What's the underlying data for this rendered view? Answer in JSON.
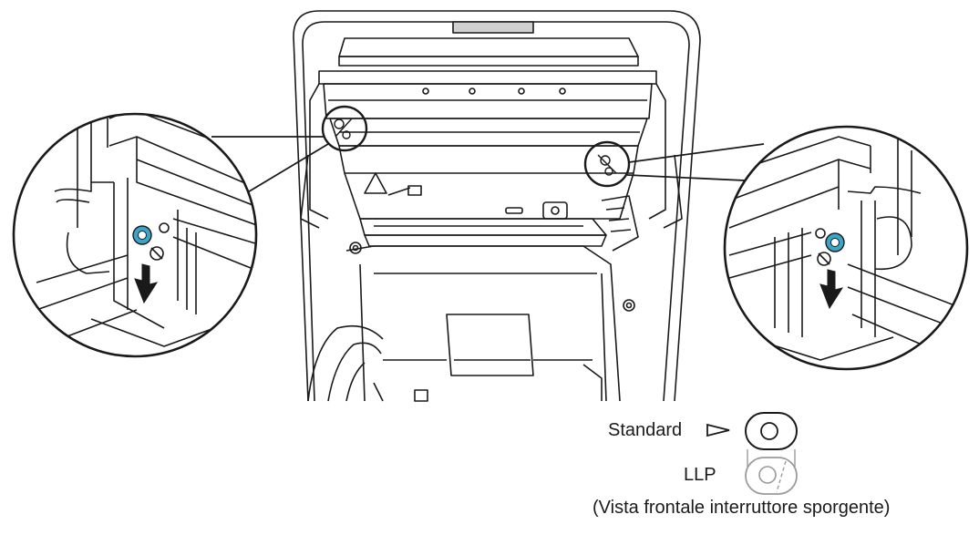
{
  "legend": {
    "standard_label": "Standard",
    "llp_label": "LLP",
    "caption": "(Vista frontale interruttore sporgente)"
  },
  "colors": {
    "line": "#1a1a1a",
    "switch_accent": "#3aa5c8",
    "faded": "#9a9a9a"
  },
  "icons": {
    "down_arrow": "arrow-down-icon",
    "pointer": "triangle-pointer-icon",
    "caution": "warning-triangle-icon"
  }
}
